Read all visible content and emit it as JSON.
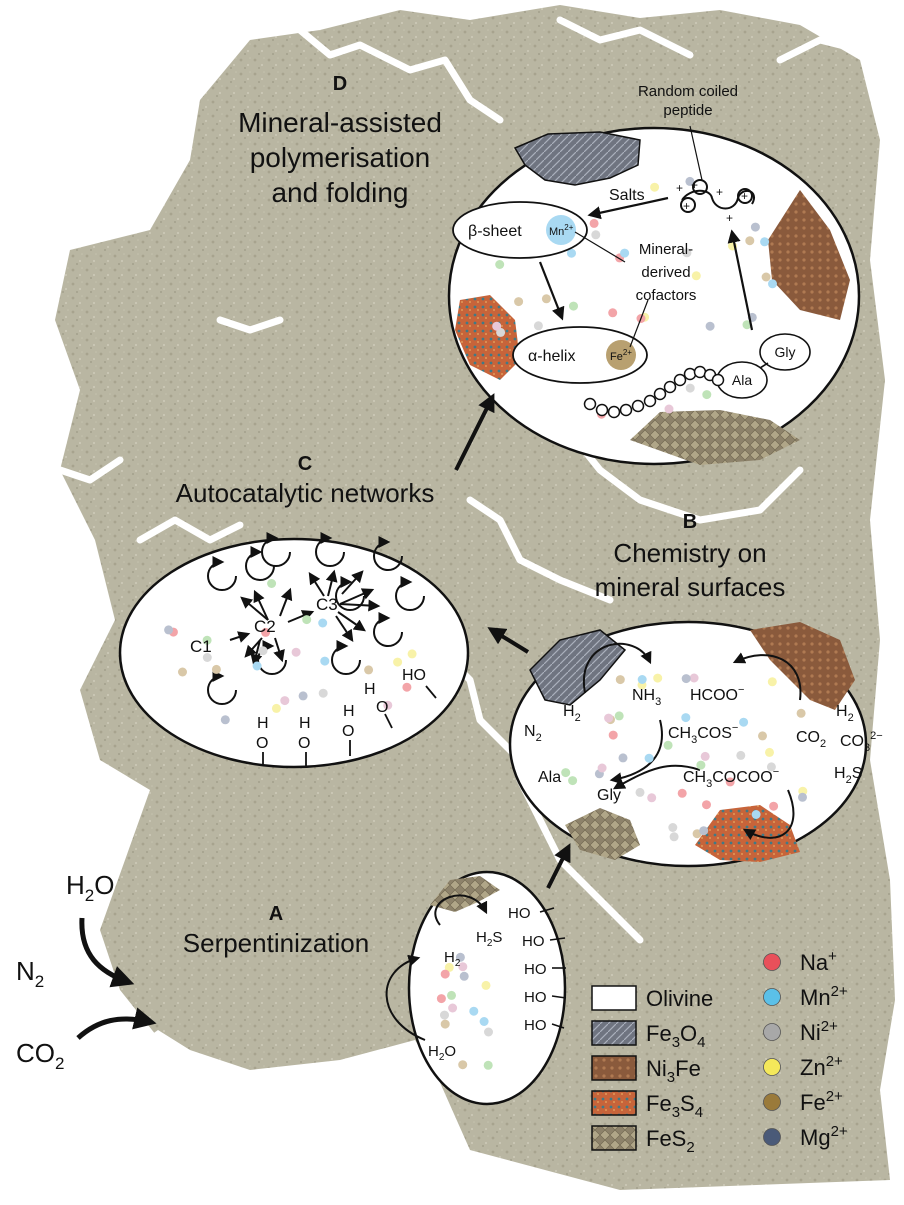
{
  "panels": {
    "A": {
      "letter": "A",
      "title": "Serpentinization"
    },
    "B": {
      "letter": "B",
      "title_lines": [
        "Chemistry on",
        "mineral surfaces"
      ]
    },
    "C": {
      "letter": "C",
      "title": "Autocatalytic networks"
    },
    "D": {
      "letter": "D",
      "title_lines": [
        "Mineral-assisted",
        "polymerisation",
        "and folding"
      ]
    }
  },
  "inputs": {
    "water": {
      "main": "H",
      "sub": "2",
      "tail": "O"
    },
    "nitrogen": {
      "main": "N",
      "sub": "2"
    },
    "co2": {
      "main": "CO",
      "sub": "2"
    }
  },
  "panel_a": {
    "h2s": {
      "main": "H",
      "sub": "2",
      "tail": "S"
    },
    "h2": {
      "main": "H",
      "sub": "2"
    },
    "h2o": {
      "main": "H",
      "sub": "2",
      "tail": "O"
    },
    "hydroxyl": "HO"
  },
  "panel_b": {
    "nh3": {
      "main": "NH",
      "sub": "3"
    },
    "formate": {
      "main": "HCOO",
      "sup": "−"
    },
    "thioacetate": {
      "main": "CH",
      "sub": "3",
      "tail": "COS",
      "sup": "−"
    },
    "pyruvate": {
      "main": "CH",
      "sub": "3",
      "tail": "COCOO",
      "sup": "−"
    },
    "n2": {
      "main": "N",
      "sub": "2"
    },
    "h2_left": {
      "main": "H",
      "sub": "2"
    },
    "co2": {
      "main": "CO",
      "sub": "2"
    },
    "h2_right": {
      "main": "H",
      "sub": "2"
    },
    "carbonate": {
      "main": "CO",
      "sub": "3",
      "sup": "2−"
    },
    "h2s": {
      "main": "H",
      "sub": "2",
      "tail": "S"
    },
    "ala": "Ala",
    "gly": "Gly"
  },
  "panel_c": {
    "c1": "C1",
    "c2": "C2",
    "c3": "C3",
    "h": "H",
    "o": "O",
    "ho": "HO"
  },
  "panel_d": {
    "random_coil": [
      "Random coiled",
      "peptide"
    ],
    "salts": "Salts",
    "beta_sheet": "β-sheet",
    "alpha_helix": "α-helix",
    "mn_ion": {
      "main": "Mn",
      "sup": "2+"
    },
    "fe_ion": {
      "main": "Fe",
      "sup": "2+"
    },
    "cofactors": [
      "Mineral-",
      "derived",
      "cofactors"
    ],
    "ala": "Ala",
    "gly": "Gly"
  },
  "legend_minerals": [
    {
      "id": "olivine",
      "parts": [
        [
          "Olivine",
          ""
        ]
      ],
      "color": "#ffffff"
    },
    {
      "id": "fe3o4",
      "parts": [
        [
          "Fe",
          ""
        ],
        [
          "3",
          "sub"
        ],
        [
          "O",
          ""
        ],
        [
          "4",
          "sub"
        ]
      ],
      "color": "#7a7f8a"
    },
    {
      "id": "ni3fe",
      "parts": [
        [
          "Ni",
          ""
        ],
        [
          "3",
          "sub"
        ],
        [
          "Fe",
          ""
        ]
      ],
      "color": "#9a6a4a"
    },
    {
      "id": "fe3s4",
      "parts": [
        [
          "Fe",
          ""
        ],
        [
          "3",
          "sub"
        ],
        [
          "S",
          ""
        ],
        [
          "4",
          "sub"
        ]
      ],
      "color": "#c46a3a"
    },
    {
      "id": "fes2",
      "parts": [
        [
          "FeS",
          ""
        ],
        [
          "2",
          "sub"
        ]
      ],
      "color": "#9c9078"
    }
  ],
  "legend_ions": [
    {
      "id": "na",
      "main": "Na",
      "sup": "+",
      "color": "#e8505a"
    },
    {
      "id": "mn",
      "main": "Mn",
      "sup": "2+",
      "color": "#5bc0e8"
    },
    {
      "id": "ni",
      "main": "Ni",
      "sup": "2+",
      "color": "#a8a8a8"
    },
    {
      "id": "zn",
      "main": "Zn",
      "sup": "2+",
      "color": "#f4e85a"
    },
    {
      "id": "fe",
      "main": "Fe",
      "sup": "2+",
      "color": "#9a7a3a"
    },
    {
      "id": "mg",
      "main": "Mg",
      "sup": "2+",
      "color": "#4a5a78"
    }
  ]
}
